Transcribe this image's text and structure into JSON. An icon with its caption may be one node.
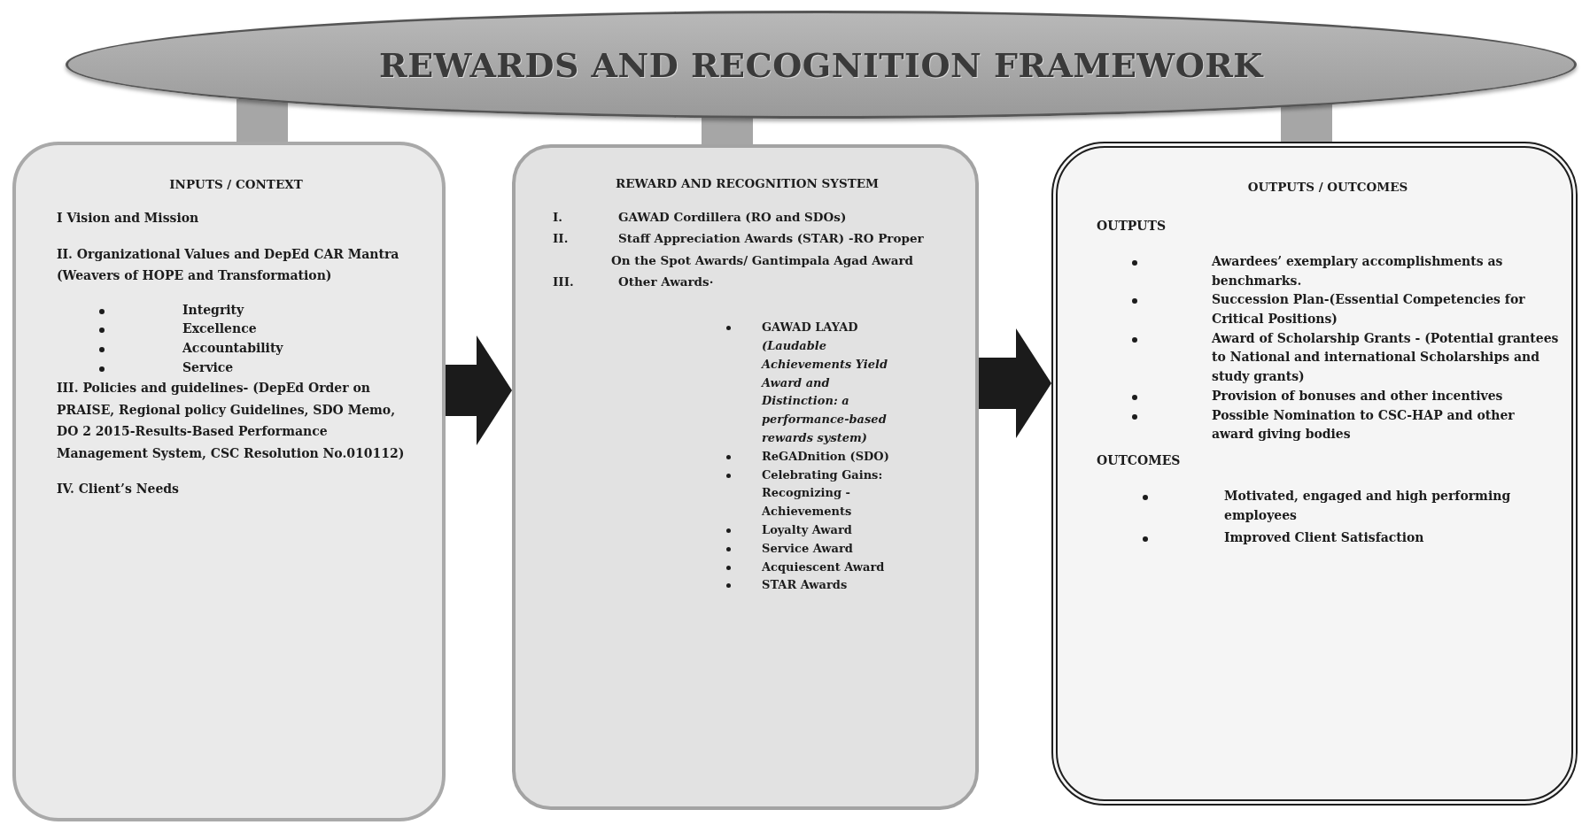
{
  "diagram": {
    "nodes": [
      {
        "text": [
          "REWARDS AND RECOGNITION FRAMEWORK"
        ]
      },
      {
        "text": [
          "INPUTS / CONTEXT",
          "I Vision and Mission",
          "II. Organizational Values and DepEd CAR Mantra (Weavers of HOPE and Transformation)",
          "Integrity",
          "Excellence",
          "Accountability",
          "Service",
          "III. Policies  and guidelines-  (DepEd Order on PRAISE, Regional policy Guidelines, SDO Memo, DO 2 2015-Results-Based Performance Management System, CSC Resolution No.010112)",
          "IV. Client’s Needs"
        ]
      },
      {
        "text": [
          "REWARD AND RECOGNITION SYSTEM",
          "I.",
          "GAWAD Cordillera (RO and SDOs)",
          "II.",
          "Staff Appreciation Awards (STAR) -RO Proper",
          "On the Spot Awards/ Gantimpala Agad Award",
          "III.",
          "Other Awards·",
          "GAWAD LAYAD *(Laudable Achievements Yield Award and Distinction: a performance-based rewards system)*",
          "ReGADnition (SDO)",
          "Celebrating Gains: Recognizing - Achievements",
          "Loyalty Award",
          "Service Award",
          "Acquiescent Award",
          "STAR Awards"
        ]
      },
      {
        "text": [
          "OUTPUTS / OUTCOMES",
          "OUTPUTS",
          "Awardees’ exemplary accomplishments as benchmarks.",
          "Succession Plan-(Essential Competencies for Critical Positions)",
          "Award of Scholarship Grants - (Potential grantees to National and international Scholarships and study grants)",
          "Provision of bonuses and other incentives",
          "Possible Nomination to CSC-HAP and other award giving bodies",
          "OUTCOMES",
          "Motivated, engaged and high performing employees",
          "Improved Client Satisfaction"
        ]
      }
    ],
    "edges": [
      {
        "from": 0,
        "to": 1,
        "arrow": "none"
      },
      {
        "from": 0,
        "to": 2,
        "arrow": "none"
      },
      {
        "from": 0,
        "to": 3,
        "arrow": "none"
      },
      {
        "from": 1,
        "to": 2,
        "arrow": "to",
        "color": "#1b1b1b"
      },
      {
        "from": 2,
        "to": 3,
        "arrow": "to",
        "color": "#1b1b1b"
      }
    ]
  }
}
